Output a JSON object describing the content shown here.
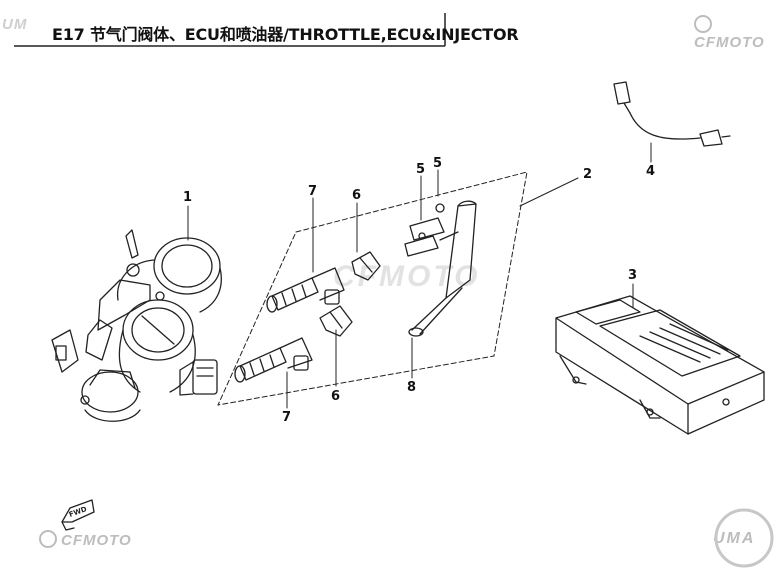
{
  "header": {
    "title": "E17 节气门阀体、ECU和喷油器/THROTTLE,ECU&INJECTOR"
  },
  "brands": {
    "top_right": "CFMOTO",
    "bottom_left": "CFMOTO",
    "bottom_right": "UMA",
    "watermark": "CFMOTO",
    "top_left_partial": "UM"
  },
  "fwd_label": "FWD",
  "callouts": [
    "1",
    "2",
    "3",
    "4",
    "5",
    "5",
    "6",
    "6",
    "7",
    "7",
    "8"
  ],
  "colors": {
    "line": "#222222",
    "brand_gray": "#bdbdbd"
  }
}
